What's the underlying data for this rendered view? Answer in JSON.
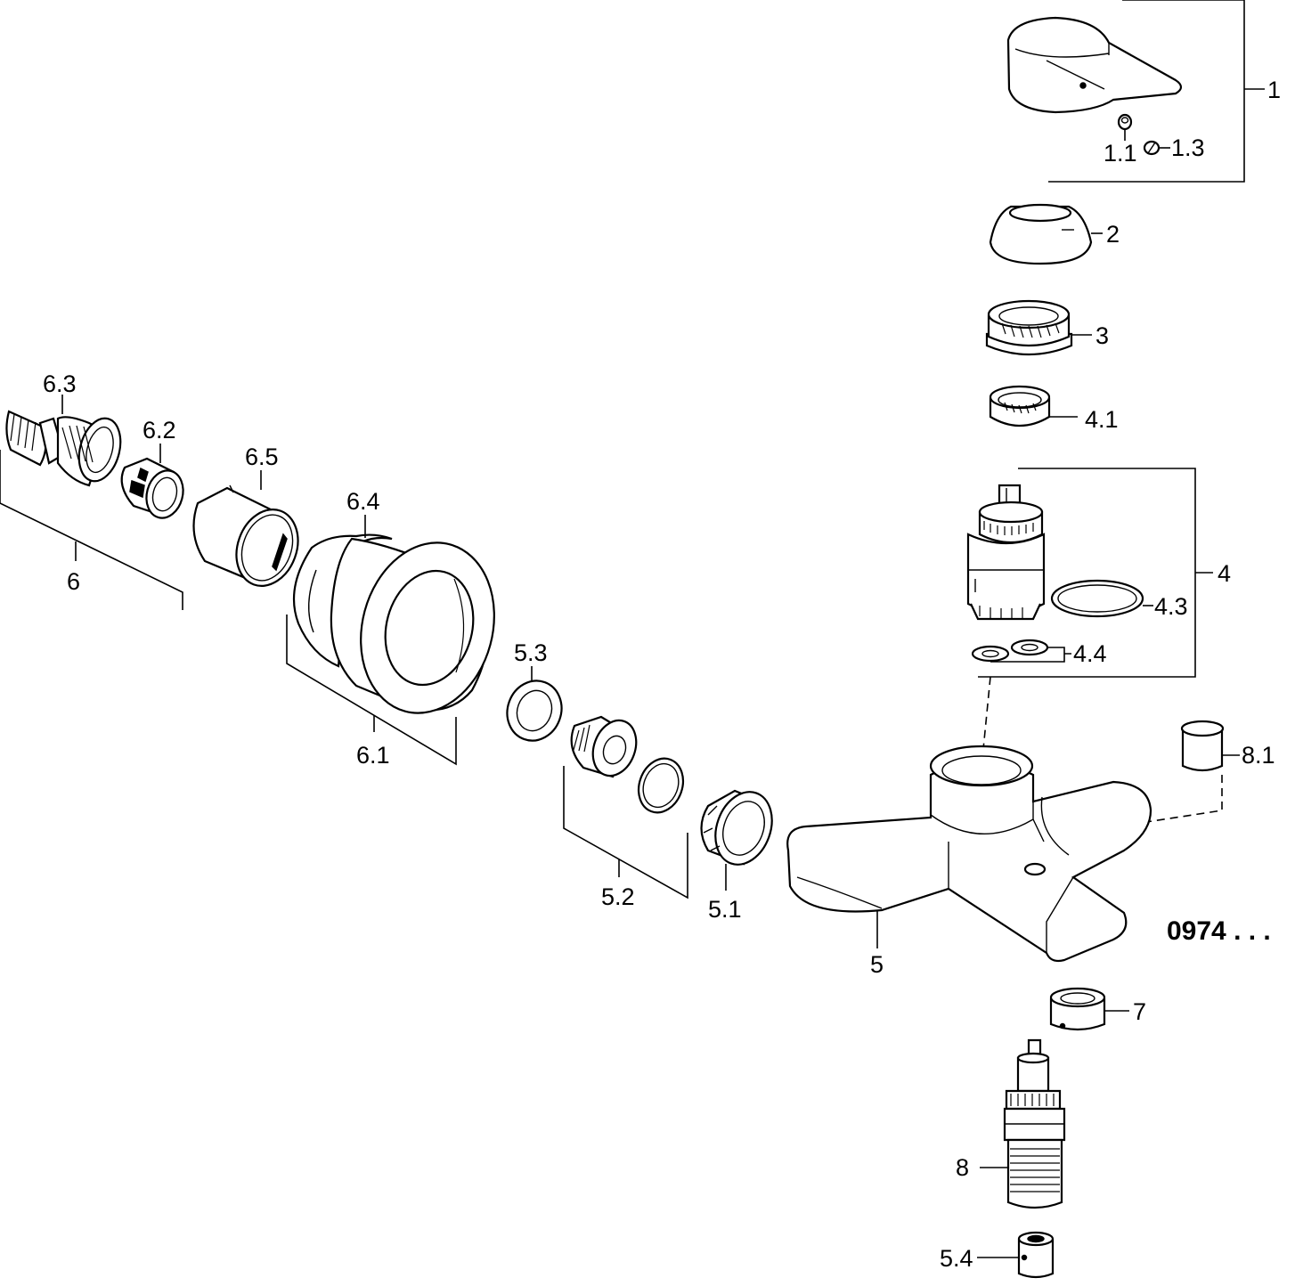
{
  "diagram": {
    "catalog_code": "0974 . . .",
    "labels": {
      "p1": "1",
      "p1_1": "1.1",
      "p1_3": "1.3",
      "p2": "2",
      "p3": "3",
      "p4": "4",
      "p4_1": "4.1",
      "p4_3": "4.3",
      "p4_4": "4.4",
      "p5": "5",
      "p5_1": "5.1",
      "p5_2": "5.2",
      "p5_3": "5.3",
      "p5_4": "5.4",
      "p6": "6",
      "p6_1": "6.1",
      "p6_2": "6.2",
      "p6_3": "6.3",
      "p6_4": "6.4",
      "p6_5": "6.5",
      "p7": "7",
      "p8": "8",
      "p8_1": "8.1"
    }
  }
}
